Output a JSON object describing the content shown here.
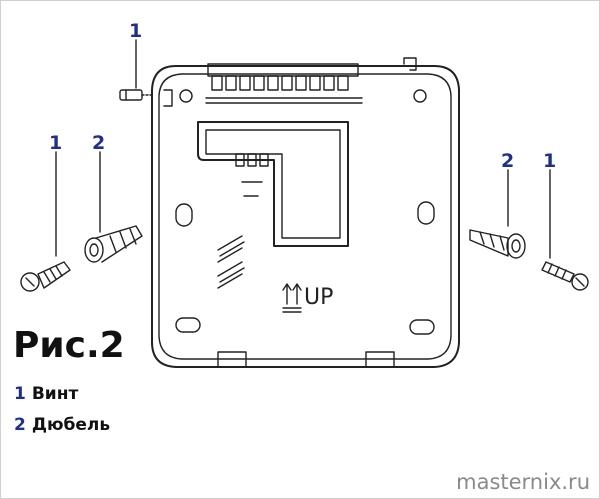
{
  "figure": {
    "title": "Рис.2",
    "up_label": "UP",
    "callouts": {
      "screw_top": "1",
      "screw_left": "1",
      "dowel_left": "2",
      "dowel_right": "2",
      "screw_right": "1"
    },
    "legend": [
      {
        "number": "1",
        "text": "Винт"
      },
      {
        "number": "2",
        "text": "Дюбель"
      }
    ]
  },
  "watermark": "masternix.ru",
  "colors": {
    "callout": "#1f2f8f",
    "line": "#222222",
    "watermark": "#8a8a8a"
  }
}
